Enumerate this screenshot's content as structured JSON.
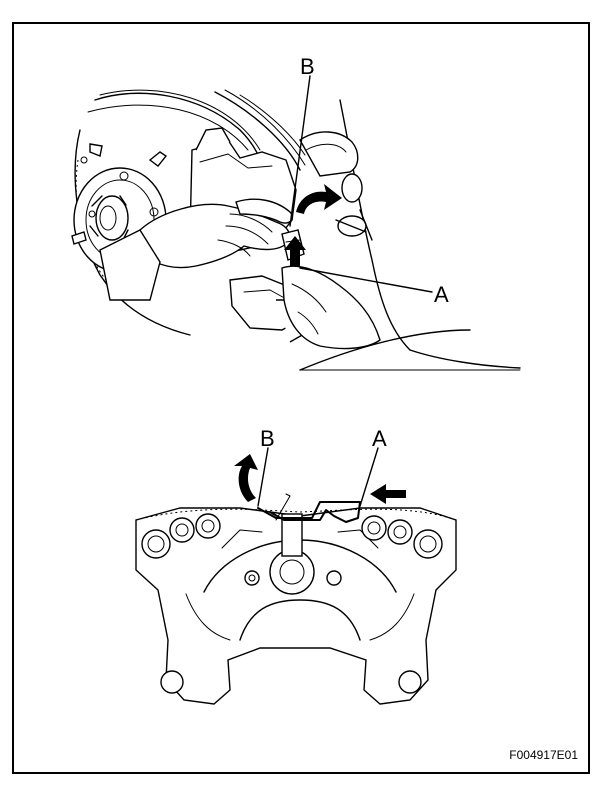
{
  "labels": {
    "top_b": "B",
    "top_a": "A",
    "bottom_b": "B",
    "bottom_a": "A"
  },
  "figure_code": "F004917E01"
}
